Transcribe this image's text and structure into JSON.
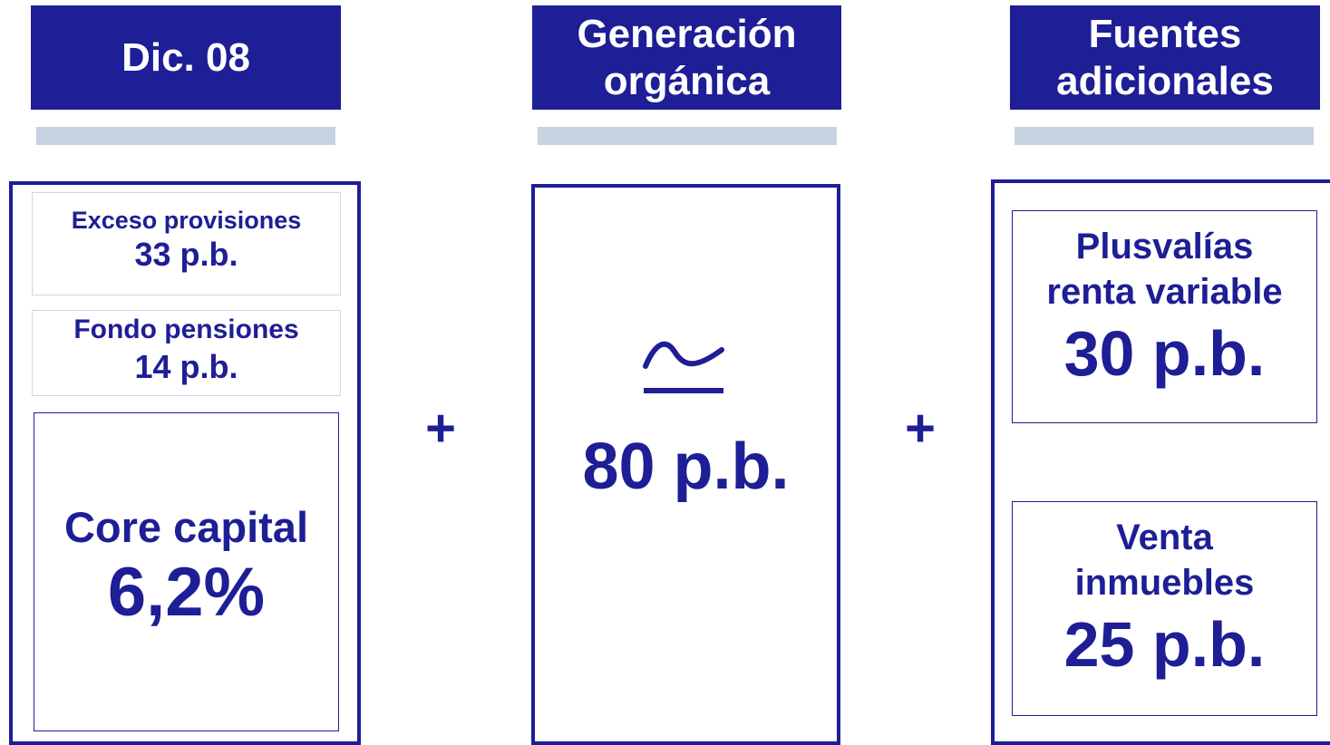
{
  "columns": [
    {
      "header": "Dic. 08",
      "items": [
        {
          "label": "Exceso provisiones",
          "value": "33 p.b."
        },
        {
          "label": "Fondo pensiones",
          "value": "14 p.b."
        },
        {
          "label": "Core capital",
          "value": "6,2%"
        }
      ]
    },
    {
      "header_line1": "Generación",
      "header_line2": "orgánica",
      "approx_symbol": "≃",
      "value": "80 p.b."
    },
    {
      "header_line1": "Fuentes",
      "header_line2": "adicionales",
      "items": [
        {
          "label_line1": "Plusvalías",
          "label_line2": "renta variable",
          "value": "30 p.b."
        },
        {
          "label_line1": "Venta",
          "label_line2": "inmuebles",
          "value": "25 p.b."
        }
      ]
    }
  ],
  "operators": {
    "plus_1": "+",
    "plus_2": "+"
  },
  "colors": {
    "primary": "#1e1e96",
    "bar": "#c6d3e1",
    "light_border": "#c9d9e6",
    "background": "#ffffff"
  }
}
